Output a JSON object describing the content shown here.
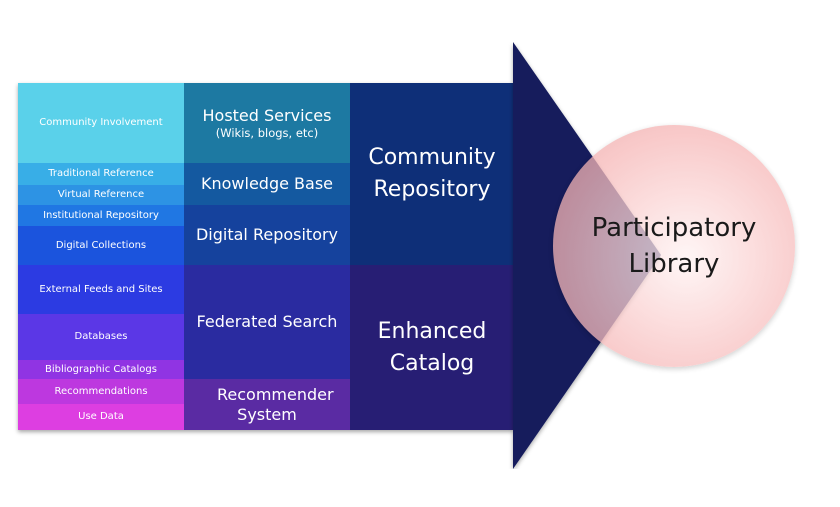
{
  "column_1": {
    "items": [
      {
        "label": "Community Involvement",
        "color": "#5ad1ea"
      },
      {
        "label": "Traditional Reference",
        "color": "#38aee7"
      },
      {
        "label": "Virtual Reference",
        "color": "#2d93e4"
      },
      {
        "label": "Institutional Repository",
        "color": "#2077e3"
      },
      {
        "label": "Digital Collections",
        "color": "#1b54dd"
      },
      {
        "label": "External Feeds and Sites",
        "color": "#2c3be2"
      },
      {
        "label": "Databases",
        "color": "#5b37e6"
      },
      {
        "label": "Bibliographic Catalogs",
        "color": "#9034e3"
      },
      {
        "label": "Recommendations",
        "color": "#bd38df"
      },
      {
        "label": "Use Data",
        "color": "#dd3ee1"
      }
    ]
  },
  "column_2": {
    "hosted_services": {
      "label": "Hosted Services",
      "sublabel": "(Wikis, blogs, etc)",
      "color": "#1d79a2"
    },
    "knowledge_base": {
      "label": "Knowledge Base",
      "color": "#1459a0"
    },
    "digital_repository": {
      "label": "Digital Repository",
      "color": "#15429d"
    },
    "federated_search": {
      "label": "Federated Search",
      "color": "#2a2ba0"
    },
    "recommender_system": {
      "label": "Recommender System",
      "color": "#5a2ba3"
    }
  },
  "column_3": {
    "community_repository": {
      "label_line1": "Community",
      "label_line2": "Repository",
      "color": "#0e2f78"
    },
    "enhanced_catalog": {
      "label_line1": "Enhanced",
      "label_line2": "Catalog",
      "color": "#271e74"
    }
  },
  "arrow": {
    "color": "#141c5c"
  },
  "participatory_library": {
    "label_line1": "Participatory",
    "label_line2": "Library",
    "color": "#f2a9a9"
  }
}
